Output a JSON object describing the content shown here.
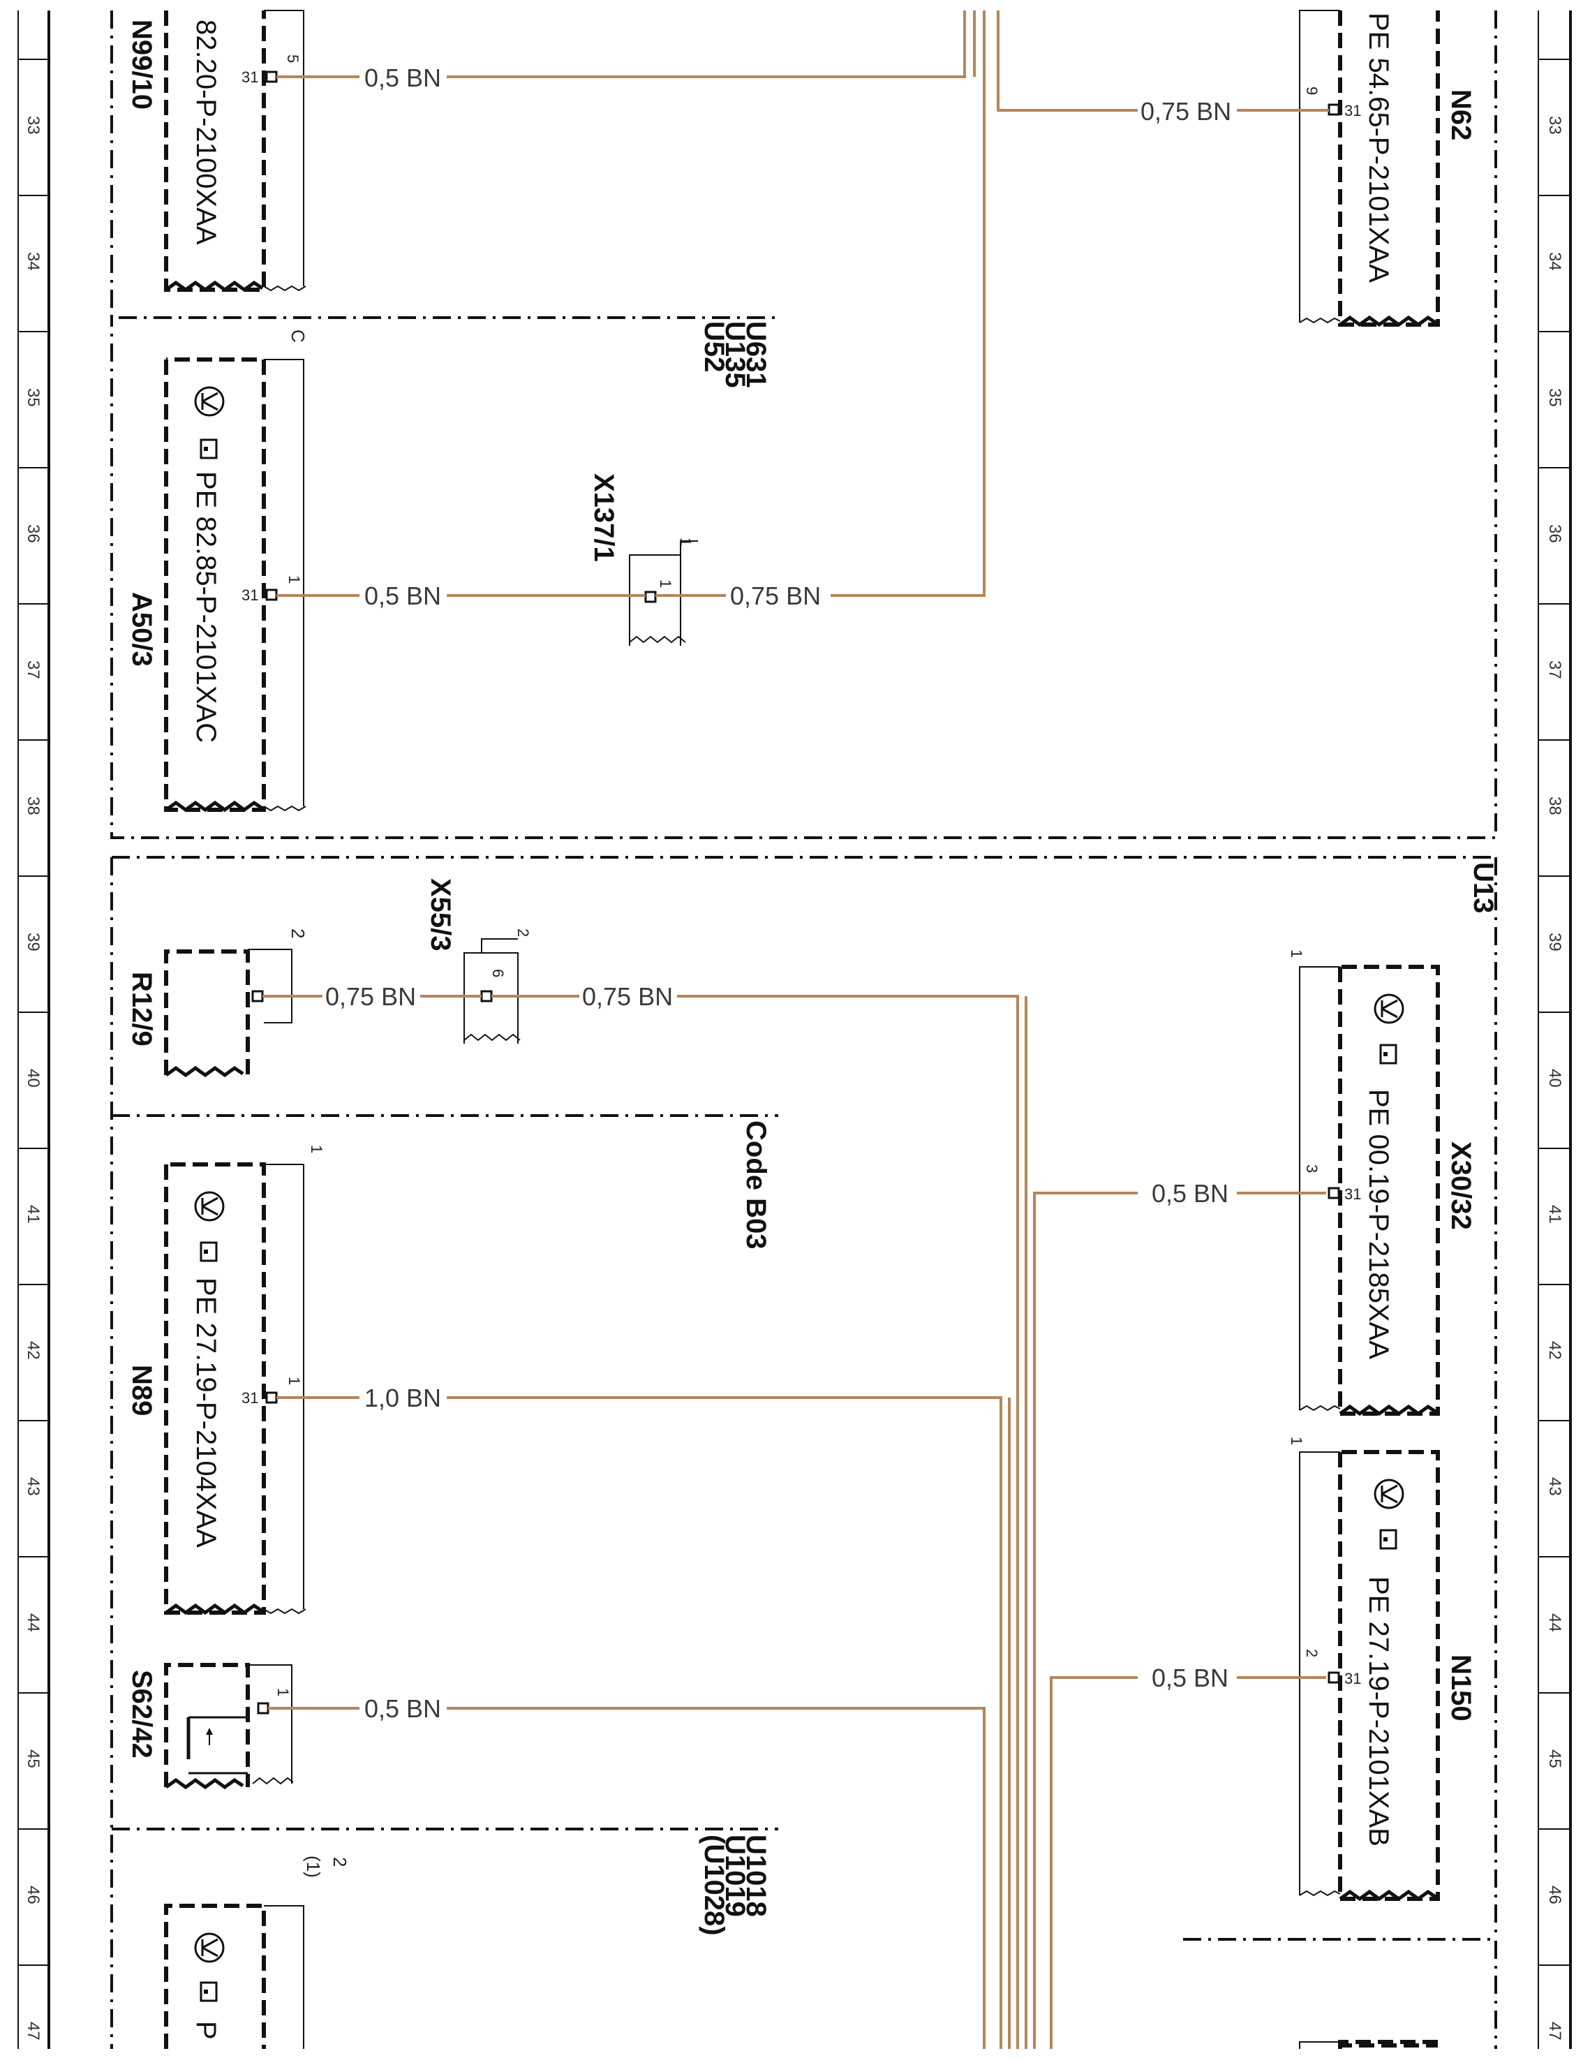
{
  "rows": [
    "33",
    "34",
    "35",
    "36",
    "37",
    "38",
    "39",
    "40",
    "41",
    "42",
    "43",
    "44",
    "45",
    "46",
    "47"
  ],
  "components": {
    "n99_10": {
      "id": "N99/10",
      "part": "82.20-P-2100XAA",
      "pin_num": "5",
      "pin_31": "31"
    },
    "n62": {
      "id": "N62",
      "part": "PE  54.65-P-2101XAA",
      "pin_num": "9",
      "pin_31": "31"
    },
    "u_group_1": {
      "lines": [
        "U631",
        "U135",
        "U52"
      ]
    },
    "a50_3": {
      "id": "A50/3",
      "part": "PE  82.85-P-2101XAC",
      "pin_c": "C",
      "pin_num": "1",
      "pin_31": "31"
    },
    "x137_1": {
      "id": "X137/1",
      "pin_outer": "1",
      "pin_inner": "1"
    },
    "u13": {
      "id": "U13"
    },
    "r12_9": {
      "id": "R12/9",
      "pin_num": "2"
    },
    "x55_3": {
      "id": "X55/3",
      "pin_outer": "2",
      "pin_inner": "6"
    },
    "code_b03": {
      "label": "Code  B03"
    },
    "n89": {
      "id": "N89",
      "part": "PE  27.19-P-2104XAA",
      "pin_top": "1",
      "pin_num": "1",
      "pin_31": "31"
    },
    "x30_32": {
      "id": "X30/32",
      "part": "PE  00.19-P-2185XAA",
      "pin_top": "1",
      "pin_num": "3",
      "pin_31": "31"
    },
    "n150": {
      "id": "N150",
      "part": "PE  27.19-P-2101XAB",
      "pin_top": "1",
      "pin_num": "2",
      "pin_31": "31"
    },
    "s62_42": {
      "id": "S62/42",
      "pin_num": "1"
    },
    "u_group_2": {
      "lines": [
        "U1018",
        "U1019",
        "(U1028)"
      ],
      "pin_top": "2",
      "pin_paren": "(1)"
    },
    "bottom_part": {
      "part": "P"
    }
  },
  "wires": {
    "w_n99": "0,5  BN",
    "w_n62": "0,75  BN",
    "w_a50_left": "0,5  BN",
    "w_a50_right": "0,75  BN",
    "w_r12_left": "0,75  BN",
    "w_r12_right": "0,75  BN",
    "w_x30": "0,5  BN",
    "w_n89": "1,0  BN",
    "w_n150": "0,5  BN",
    "w_s62": "0,5  BN"
  },
  "colors": {
    "wire": "#b5865a",
    "line": "#111111"
  }
}
